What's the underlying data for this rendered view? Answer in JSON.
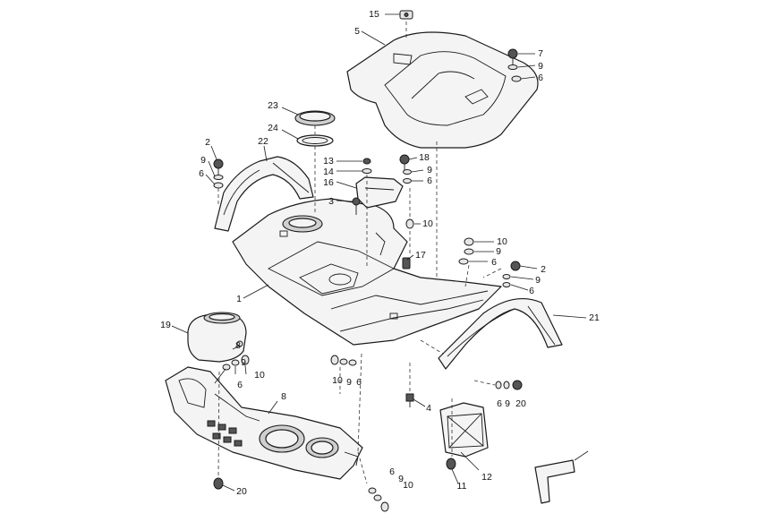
{
  "callouts": {
    "c15": "15",
    "c5": "5",
    "c7": "7",
    "c9a": "9",
    "c6a": "6",
    "c23": "23",
    "c24": "24",
    "c22": "22",
    "c2a": "2",
    "c9b": "9",
    "c6b": "6",
    "c13": "13",
    "c14": "14",
    "c16": "16",
    "c3": "3",
    "c18": "18",
    "c9c": "9",
    "c6c": "6",
    "c10a": "10",
    "c17": "17",
    "c10b": "10",
    "c9d": "9",
    "c6d": "6",
    "c2b": "2",
    "c9e": "9",
    "c6e": "6",
    "c1": "1",
    "c21": "21",
    "c19": "19",
    "c8a": "8",
    "c9f": "9",
    "c10c": "10",
    "c6f": "6",
    "c10d": "10",
    "c9g": "9",
    "c6g": "6",
    "c8b": "8",
    "c6h": "6",
    "c9h": "9",
    "c20a": "20",
    "c4": "4",
    "c12": "12",
    "c11": "11",
    "c20b": "20",
    "c6i": "6",
    "c9i": "9",
    "c10e": "10"
  }
}
